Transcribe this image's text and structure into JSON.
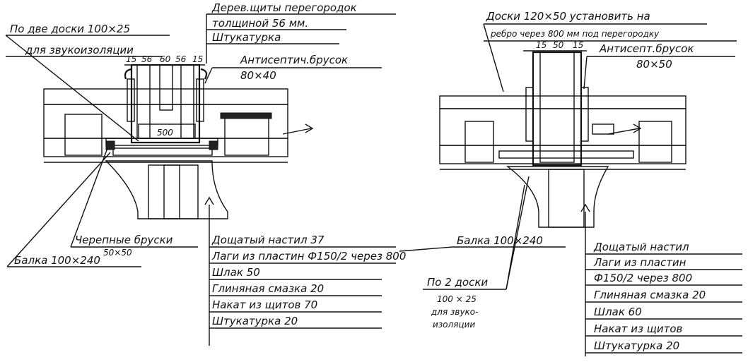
{
  "left": {
    "top_label_1": "Дерев.щиты перегородок",
    "top_label_2": "толщиной 56 мм.",
    "top_label_3": "Штукатурка",
    "boards_label_1": "По две доски 100×25",
    "boards_label_2": "для звукоизоляции",
    "antiseptic_1": "Антисептич.брусок",
    "antiseptic_2": "80×40",
    "dims": [
      "15",
      "56",
      "60",
      "56",
      "15"
    ],
    "center_dim": "500",
    "skull_label": "Черепные бруски",
    "skull_dim": "50×50",
    "beam_label": "Балка 100×240",
    "layers": [
      "Дощатый настил 37",
      "Лаги из пластин Ф150/2 через 800",
      "Шлак 50",
      "Глиняная смазка 20",
      "Накат из щитов 70",
      "Штукатурка 20"
    ]
  },
  "right": {
    "top_label_1": "Доски 120×50 установить на",
    "top_label_2": "ребро через 800 мм под перегородку",
    "antiseptic_1": "Антисепт.брусок",
    "antiseptic_2": "80×50",
    "dims": [
      "15",
      "50",
      "15"
    ],
    "beam_label": "Балка 100×240",
    "boards_label_1": "По 2 доски",
    "boards_label_2": "100 × 25",
    "boards_label_3": "для звуко-",
    "boards_label_4": "изоляции",
    "layers": [
      "Дощатый настил",
      "Лаги из пластин",
      "Ф150/2 через 800",
      "Глиняная смазка 20",
      "Шлак 60",
      "Накат из щитов",
      "Штукатурка 20"
    ]
  }
}
